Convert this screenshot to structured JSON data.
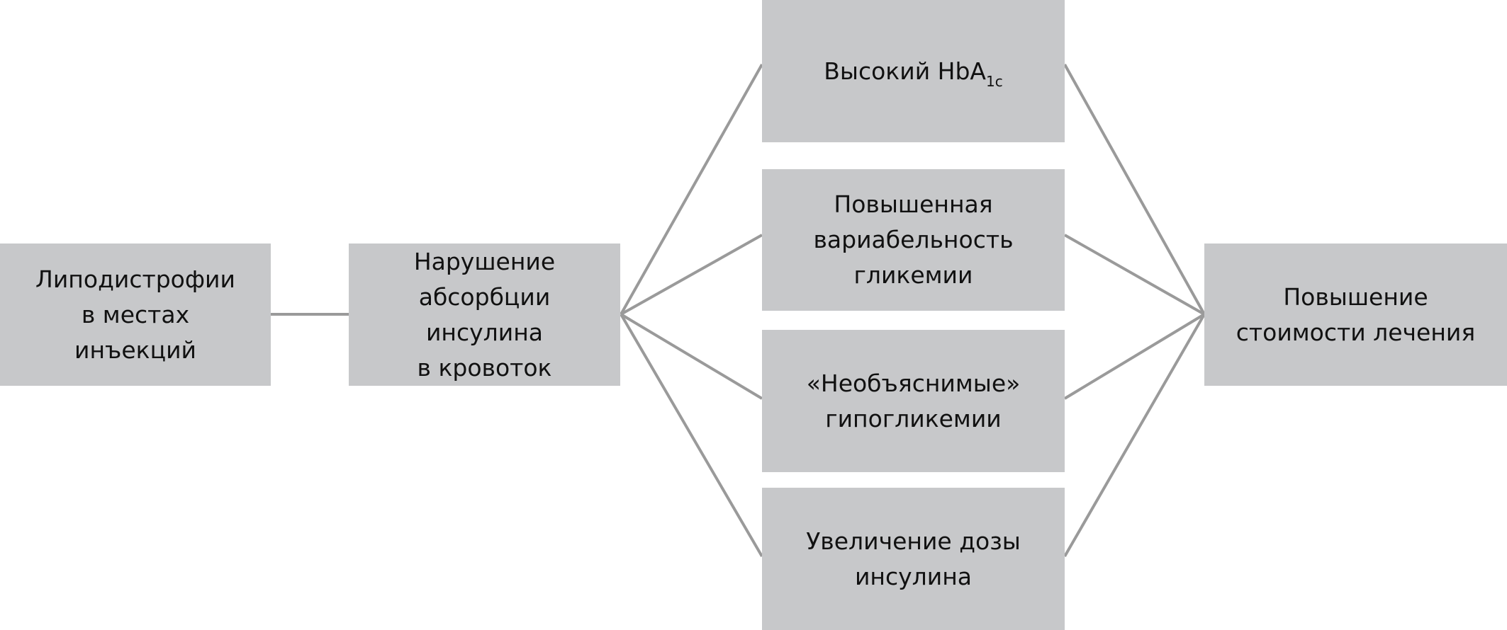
{
  "nodes": {
    "lipodystrophy": [
      "Липодистрофии",
      "в местах",
      "инъекций"
    ],
    "absorption": [
      "Нарушение",
      "абсорбции",
      "инсулина",
      "в кровоток"
    ],
    "hba1c": {
      "text": "Высокий HbA",
      "sub": "1c"
    },
    "variability": [
      "Повышенная",
      "вариабельность",
      "гликемии"
    ],
    "hypoglycemia": [
      "«Необъяснимые»",
      "гипогликемии"
    ],
    "dose": [
      "Увеличение дозы",
      "инсулина"
    ],
    "cost": [
      "Повышение",
      "стоимости лечения"
    ]
  },
  "colors": {
    "box": "#c7c8ca",
    "line": "#9a9a9a"
  }
}
